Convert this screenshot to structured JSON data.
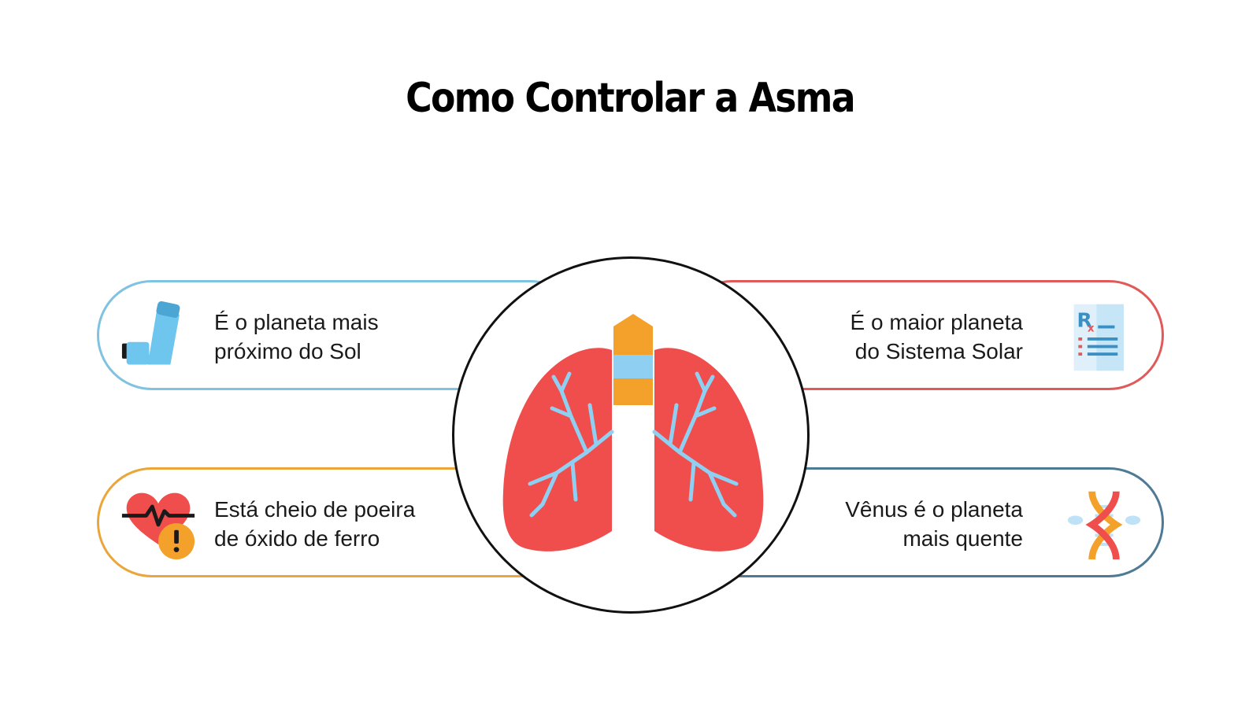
{
  "title": "Como Controlar a Asma",
  "center": {
    "icon": "lungs-icon"
  },
  "items": [
    {
      "position": "top-left",
      "icon": "inhaler-icon",
      "color": "#7fc3e0",
      "lines": [
        "É o planeta mais",
        "próximo do Sol"
      ]
    },
    {
      "position": "top-right",
      "icon": "prescription-icon",
      "color": "#e05a5a",
      "lines": [
        "É o maior planeta",
        "do Sistema Solar"
      ]
    },
    {
      "position": "bottom-left",
      "icon": "heart-warning-icon",
      "color": "#eaa63a",
      "lines": [
        "Está cheio de poeira",
        "de óxido de ferro"
      ]
    },
    {
      "position": "bottom-right",
      "icon": "dna-icon",
      "color": "#4f7a96",
      "lines": [
        "Vênus é o planeta",
        "mais quente"
      ]
    }
  ]
}
